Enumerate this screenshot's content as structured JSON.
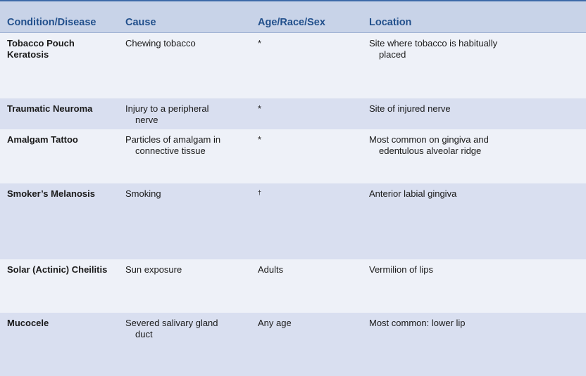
{
  "headers": [
    "Condition/Disease",
    "Cause",
    "Age/Race/Sex",
    "Location"
  ],
  "rows": [
    {
      "condition": [
        "Tobacco Pouch",
        "Keratosis"
      ],
      "cause": [
        "Chewing tobacco"
      ],
      "age": "*",
      "location": [
        "Site where tobacco is habitually",
        "placed"
      ]
    },
    {
      "condition": [
        "Traumatic Neuroma"
      ],
      "cause": [
        "Injury to a peripheral",
        "nerve"
      ],
      "age": "*",
      "location": [
        "Site of injured nerve"
      ]
    },
    {
      "condition": [
        "Amalgam Tattoo"
      ],
      "cause": [
        "Particles of amalgam in",
        "connective tissue"
      ],
      "age": "*",
      "location": [
        "Most common on gingiva and",
        "edentulous alveolar ridge"
      ]
    },
    {
      "condition": [
        "Smoker’s Melanosis"
      ],
      "cause": [
        "Smoking"
      ],
      "age": "†",
      "location": [
        "Anterior labial gingiva"
      ]
    },
    {
      "condition": [
        "Solar (Actinic) Cheilitis"
      ],
      "cause": [
        "Sun exposure"
      ],
      "age": "Adults",
      "location": [
        "Vermilion of lips"
      ]
    },
    {
      "condition": [
        "Mucocele"
      ],
      "cause": [
        "Severed salivary gland",
        "duct"
      ],
      "age": "Any age",
      "location": [
        "Most common: lower lip"
      ]
    }
  ]
}
